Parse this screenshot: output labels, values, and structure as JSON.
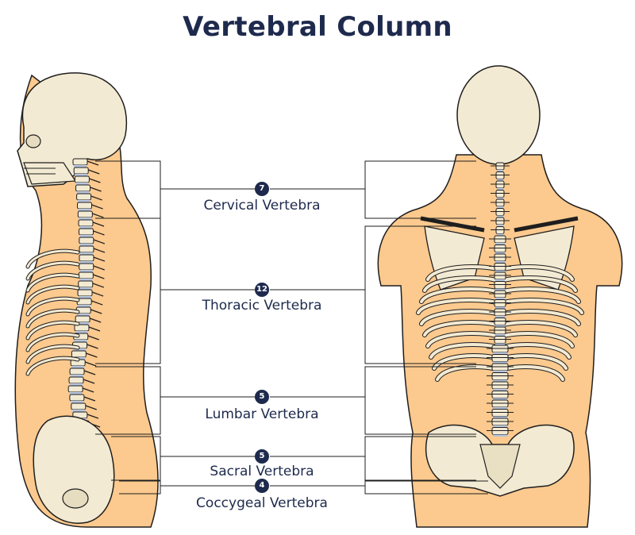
{
  "title": "Vertebral Column",
  "colors": {
    "skin": "#fcc98e",
    "outline": "#1e1e1e",
    "bone": "#f3ead3",
    "disc": "#b7c4dc",
    "ink": "#1e2a4d"
  },
  "regions": [
    {
      "id": "cervical",
      "count": "7",
      "label": "Cervical Vertebra"
    },
    {
      "id": "thoracic",
      "count": "12",
      "label": "Thoracic Vertebra"
    },
    {
      "id": "lumbar",
      "count": "5",
      "label": "Lumbar Vertebra"
    },
    {
      "id": "sacral",
      "count": "5",
      "label": "Sacral Vertebra"
    },
    {
      "id": "coccygeal",
      "count": "4",
      "label": "Coccygeal Vertebra"
    }
  ]
}
